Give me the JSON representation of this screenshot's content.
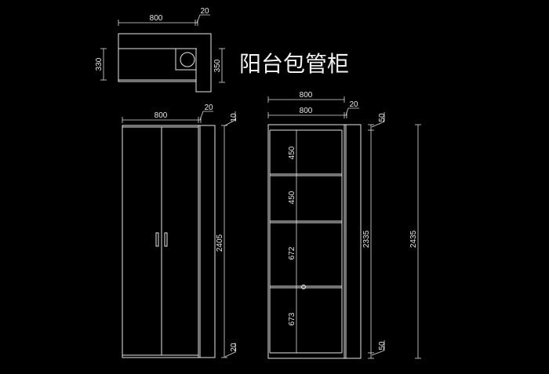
{
  "title": "阳台包管柜",
  "plan": {
    "width": "800",
    "side": "20",
    "depth_left": "330",
    "depth_right": "350"
  },
  "front": {
    "width": "800",
    "side": "20",
    "top": "10",
    "height": "2405",
    "bottom": "20"
  },
  "section": {
    "width_outer": "800",
    "width_inner": "800",
    "side": "20",
    "top": "50",
    "bottom": "50",
    "inner_height": "2335",
    "total_height": "2435",
    "shelves": [
      "450",
      "450",
      "672",
      "673"
    ]
  },
  "colors": {
    "background": "#000000",
    "line": "#e6e6e6"
  }
}
